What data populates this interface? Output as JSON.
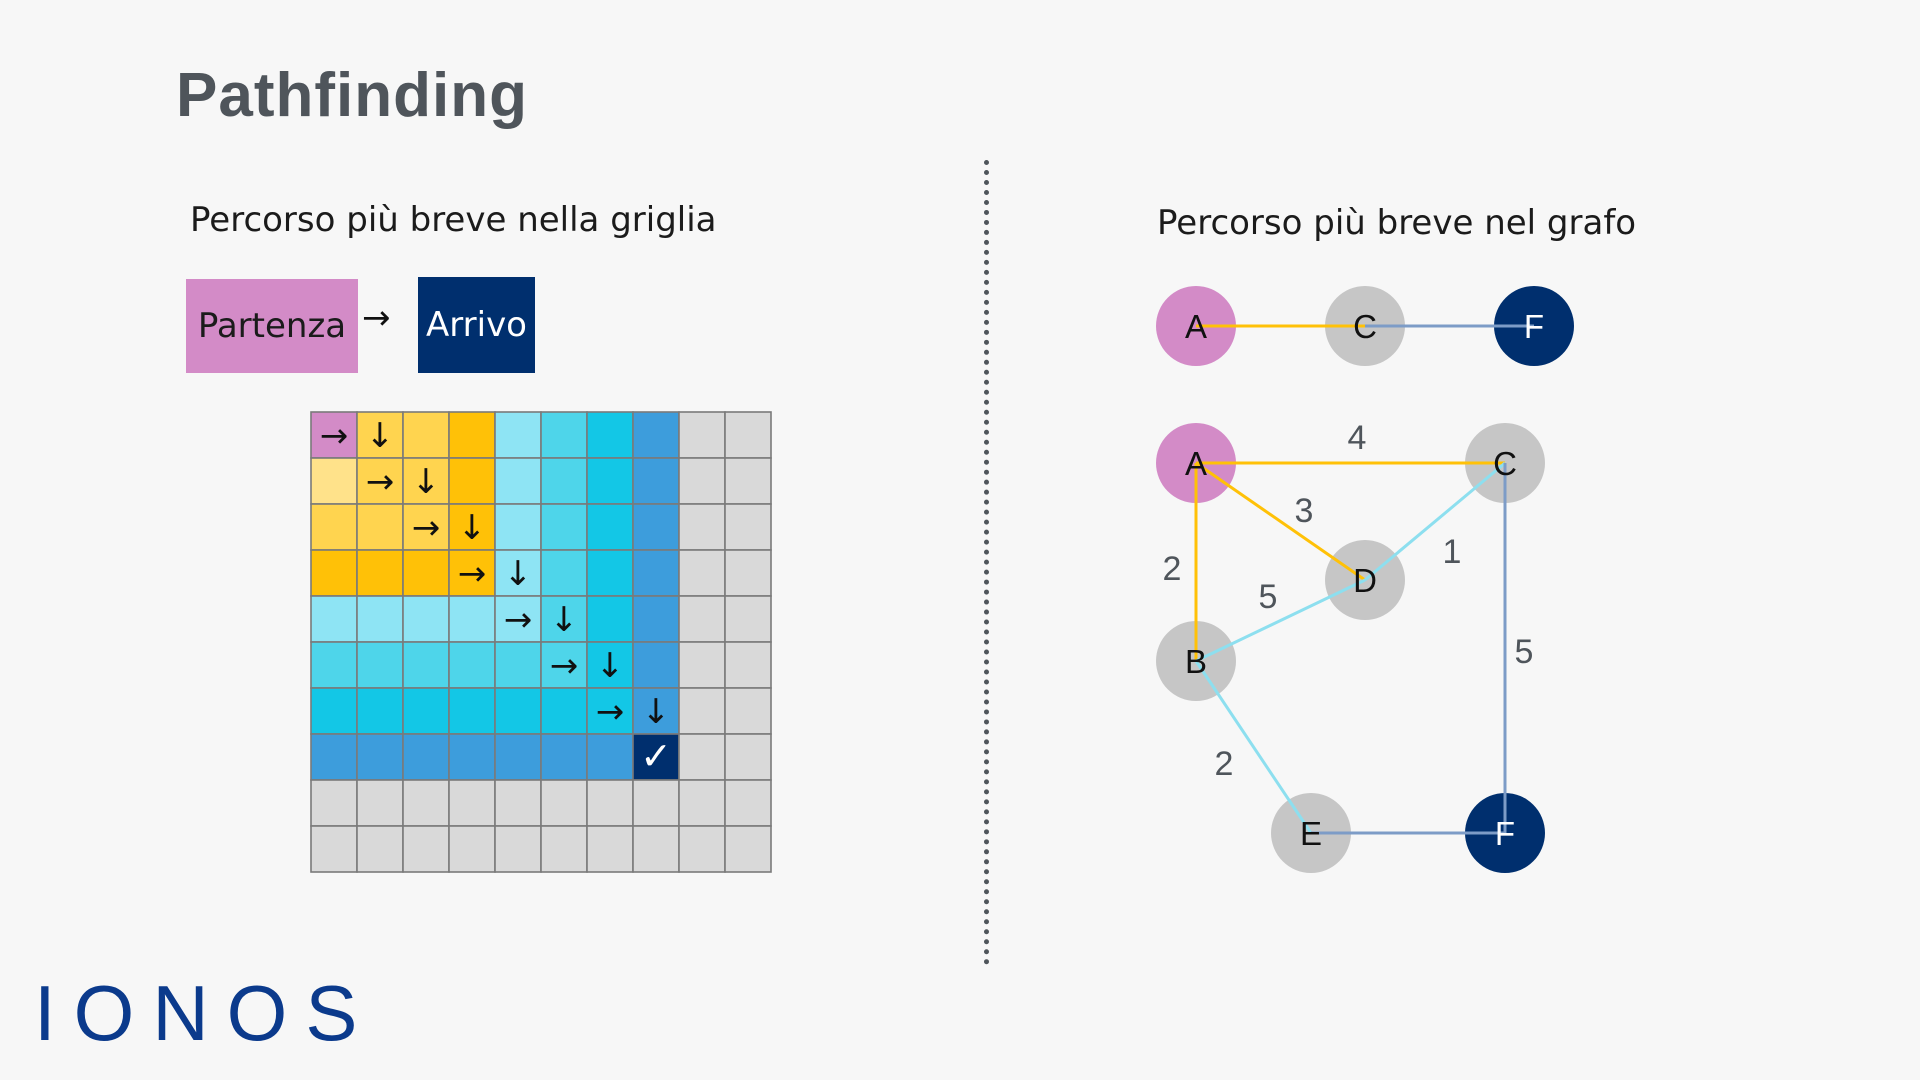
{
  "title": "Pathfinding",
  "grid_section": {
    "title": "Percorso più breve nella griglia",
    "legend": {
      "start_label": "Partenza",
      "arrow": "→",
      "end_label": "Arrivo",
      "start_color": "#d38bc7",
      "end_color": "#002f6e"
    },
    "grid": {
      "rows": 10,
      "cols": 10,
      "cell_colors": [
        [
          "#d38bc7",
          "#ffd44f",
          "#ffd44f",
          "#ffc107",
          "#8ee4f4",
          "#4ed5ea",
          "#13c7e6",
          "#3d9ddc",
          "#d9d9d9",
          "#d9d9d9"
        ],
        [
          "#ffe28a",
          "#ffd44f",
          "#ffd44f",
          "#ffc107",
          "#8ee4f4",
          "#4ed5ea",
          "#13c7e6",
          "#3d9ddc",
          "#d9d9d9",
          "#d9d9d9"
        ],
        [
          "#ffd44f",
          "#ffd44f",
          "#ffd44f",
          "#ffc107",
          "#8ee4f4",
          "#4ed5ea",
          "#13c7e6",
          "#3d9ddc",
          "#d9d9d9",
          "#d9d9d9"
        ],
        [
          "#ffc107",
          "#ffc107",
          "#ffc107",
          "#ffc107",
          "#8ee4f4",
          "#4ed5ea",
          "#13c7e6",
          "#3d9ddc",
          "#d9d9d9",
          "#d9d9d9"
        ],
        [
          "#8ee4f4",
          "#8ee4f4",
          "#8ee4f4",
          "#8ee4f4",
          "#8ee4f4",
          "#4ed5ea",
          "#13c7e6",
          "#3d9ddc",
          "#d9d9d9",
          "#d9d9d9"
        ],
        [
          "#4ed5ea",
          "#4ed5ea",
          "#4ed5ea",
          "#4ed5ea",
          "#4ed5ea",
          "#4ed5ea",
          "#13c7e6",
          "#3d9ddc",
          "#d9d9d9",
          "#d9d9d9"
        ],
        [
          "#13c7e6",
          "#13c7e6",
          "#13c7e6",
          "#13c7e6",
          "#13c7e6",
          "#13c7e6",
          "#13c7e6",
          "#3d9ddc",
          "#d9d9d9",
          "#d9d9d9"
        ],
        [
          "#3d9ddc",
          "#3d9ddc",
          "#3d9ddc",
          "#3d9ddc",
          "#3d9ddc",
          "#3d9ddc",
          "#3d9ddc",
          "#002f6e",
          "#d9d9d9",
          "#d9d9d9"
        ],
        [
          "#d9d9d9",
          "#d9d9d9",
          "#d9d9d9",
          "#d9d9d9",
          "#d9d9d9",
          "#d9d9d9",
          "#d9d9d9",
          "#d9d9d9",
          "#d9d9d9",
          "#d9d9d9"
        ],
        [
          "#d9d9d9",
          "#d9d9d9",
          "#d9d9d9",
          "#d9d9d9",
          "#d9d9d9",
          "#d9d9d9",
          "#d9d9d9",
          "#d9d9d9",
          "#d9d9d9",
          "#d9d9d9"
        ]
      ],
      "path_marks": [
        {
          "row": 0,
          "col": 0,
          "glyph": "→"
        },
        {
          "row": 0,
          "col": 1,
          "glyph": "↓"
        },
        {
          "row": 1,
          "col": 1,
          "glyph": "→"
        },
        {
          "row": 1,
          "col": 2,
          "glyph": "↓"
        },
        {
          "row": 2,
          "col": 2,
          "glyph": "→"
        },
        {
          "row": 2,
          "col": 3,
          "glyph": "↓"
        },
        {
          "row": 3,
          "col": 3,
          "glyph": "→"
        },
        {
          "row": 3,
          "col": 4,
          "glyph": "↓"
        },
        {
          "row": 4,
          "col": 4,
          "glyph": "→"
        },
        {
          "row": 4,
          "col": 5,
          "glyph": "↓"
        },
        {
          "row": 5,
          "col": 5,
          "glyph": "→"
        },
        {
          "row": 5,
          "col": 6,
          "glyph": "↓"
        },
        {
          "row": 6,
          "col": 6,
          "glyph": "→"
        },
        {
          "row": 6,
          "col": 7,
          "glyph": "↓"
        },
        {
          "row": 7,
          "col": 7,
          "glyph": "✓",
          "light": true
        }
      ]
    }
  },
  "graph_section": {
    "title": "Percorso più breve nel grafo",
    "colors": {
      "start": "#d38bc7",
      "end": "#002f6e",
      "node": "#c6c6c6",
      "edge_yellow": "#ffc107",
      "edge_cyan": "#8ddfef",
      "edge_steel": "#7d9cc7",
      "weight": "#4f555b"
    },
    "summary_path": {
      "nodes": [
        {
          "id": "A",
          "fill": "start"
        },
        {
          "id": "C",
          "fill": "node"
        },
        {
          "id": "F",
          "fill": "end"
        }
      ],
      "edges": [
        {
          "from": 0,
          "to": 1,
          "color": "edge_yellow"
        },
        {
          "from": 1,
          "to": 2,
          "color": "edge_steel"
        }
      ]
    },
    "graph": {
      "nodes": [
        {
          "id": "A",
          "fill": "start"
        },
        {
          "id": "C",
          "fill": "node"
        },
        {
          "id": "D",
          "fill": "node"
        },
        {
          "id": "B",
          "fill": "node"
        },
        {
          "id": "E",
          "fill": "node"
        },
        {
          "id": "F",
          "fill": "end"
        }
      ],
      "edges": [
        {
          "from": "A",
          "to": "C",
          "weight": "4",
          "color": "edge_yellow"
        },
        {
          "from": "A",
          "to": "D",
          "weight": "3",
          "color": "edge_yellow"
        },
        {
          "from": "A",
          "to": "B",
          "weight": "2",
          "color": "edge_yellow"
        },
        {
          "from": "B",
          "to": "D",
          "weight": "5",
          "color": "edge_cyan"
        },
        {
          "from": "D",
          "to": "C",
          "weight": "1",
          "color": "edge_cyan"
        },
        {
          "from": "C",
          "to": "F",
          "weight": "5",
          "color": "edge_steel"
        },
        {
          "from": "B",
          "to": "E",
          "weight": "2",
          "color": "edge_cyan"
        },
        {
          "from": "E",
          "to": "F",
          "weight": "",
          "color": "edge_steel"
        }
      ]
    }
  },
  "logo": "IONOS"
}
